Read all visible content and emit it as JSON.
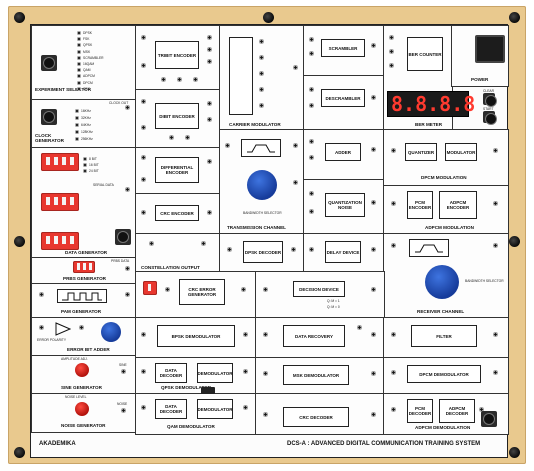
{
  "brand": "AKADEMIKA",
  "system_title": "DCS-A : ADVANCED DIGITAL COMMUNICATION TRAINING SYSTEM",
  "sections": {
    "experiment_selector": "EXPERIMENT SELECTOR",
    "clock_generator": "CLOCK GENERATOR",
    "data_generator": "DATA GENERATOR",
    "prbs_generator": "PRBS GENERATOR",
    "pam_generator": "PAM GENERATOR",
    "error_bit_adder": "ERROR BIT ADDER",
    "sine_generator": "SINE GENERATOR",
    "noise_generator": "NOISE GENERATOR",
    "carrier_modulator": "CARRIER MODULATOR",
    "transmission_channel": "TRANSMISSION CHANNEL",
    "constellation_output": "CONSTELLATION OUTPUT",
    "ber_meter": "BER METER",
    "dpcm_modulation": "DPCM MODULATION",
    "adpcm_modulation": "ADPCM MODULATION",
    "receiver_channel": "RECEIVER CHANNEL",
    "qpsk_demodulator": "QPSK DEMODULATOR",
    "qam_demodulator": "QAM DEMODULATOR",
    "adpcm_demodulation": "ADPCM DEMODULATION",
    "power": "POWER",
    "bandwidth_selector": "BANDWIDTH SELECTOR"
  },
  "blocks": {
    "tribit_encoder": "TRIBIT ENCODER",
    "dibit_encoder": "DIBIT ENCODER",
    "differential_encoder": "DIFFERENTIAL ENCODER",
    "crc_encoder": "CRC ENCODER",
    "scrambler": "SCRAMBLER",
    "descrambler": "DESCRAMBLER",
    "ber_counter": "BER COUNTER",
    "adder": "ADDER",
    "quantization_noise": "QUANTIZATION NOISE",
    "quantizer": "QUANTIZER",
    "modulator": "MODULATOR",
    "pcm_encoder": "PCM ENCODER",
    "adpcm_encoder": "ADPCM ENCODER",
    "dpsk_decoder": "DPSK DECODER",
    "delay_device": "DELAY DEVICE",
    "crc_error_generator": "CRC ERROR GENERATOR",
    "decision_device": "DECISION DEVICE",
    "bpsk_demodulator": "BPSK DEMODULATOR",
    "data_recovery": "DATA RECOVERY",
    "filter": "FILTER",
    "data_decoder": "DATA DECODER",
    "demodulator": "DEMODULATOR",
    "msk_demodulator": "MSK DEMODULATOR",
    "dpcm_demodulator": "DPCM DEMODULATOR",
    "pcm_decoder": "PCM DECODER",
    "adpcm_decoder": "ADPCM DECODER",
    "crc_decoder": "CRC DECODER"
  },
  "experiment_labels": [
    "DPSK",
    "FSK",
    "QPSK",
    "MSK",
    "SCRAMBLER",
    "16QAM",
    "QAM",
    "ADPCM",
    "DPCM",
    "CRC"
  ],
  "clock_labels": [
    "16KHz",
    "32KHz",
    "64KHz",
    "128KHz",
    "256KHz"
  ],
  "clock_output_label": "CLOCK OUT",
  "data_labels": [
    "8 BIT",
    "16 BIT",
    "24 BIT"
  ],
  "serial_data_label": "SERIAL DATA",
  "prbs_label": "PRBS DATA",
  "ber_display": "8.8.8.8",
  "ber_buttons": [
    "CLEAR",
    "START"
  ],
  "sine_label": "SINE",
  "noise_label": "NOISE",
  "amplitude_label": "AMPLITUDE ADJ.",
  "noise_level_label": "NOISE LEVEL",
  "error_polarity_label": "ERROR POLARITY",
  "gnd_label": "GND",
  "decision_values": [
    "Q: M = 1",
    "Q: M = 0"
  ],
  "colors": {
    "frame": "#e9c98e",
    "dip": "#e8372f",
    "knob": "#2c5fd0",
    "led": "#ff3a2f"
  }
}
